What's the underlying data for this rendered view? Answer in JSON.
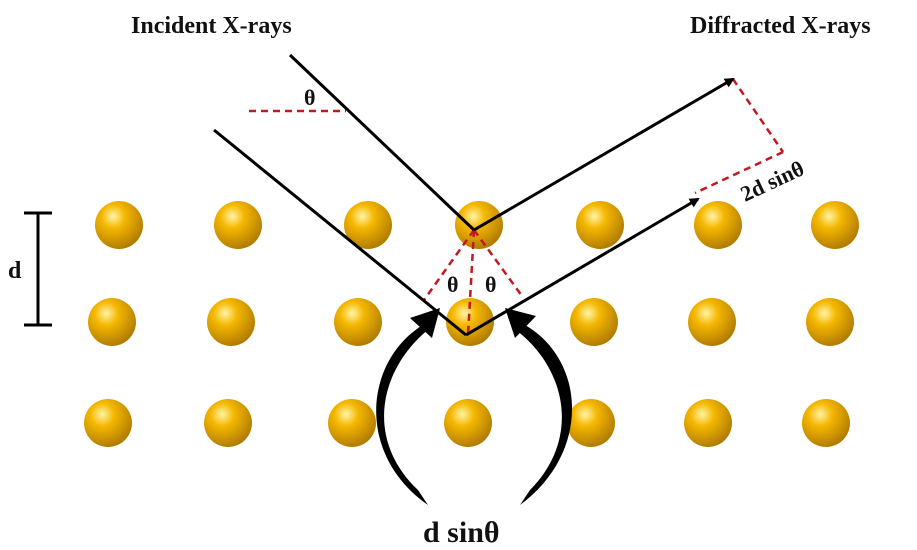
{
  "labels": {
    "incident": "Incident X-rays",
    "diffracted": "Diffracted X-rays",
    "theta_top": "θ",
    "theta_left": "θ",
    "theta_right": "θ",
    "d": "d",
    "path_2d": "2d sinθ",
    "path_d": "d sinθ"
  },
  "colors": {
    "atom": "#f5b800",
    "atom_highlight": "#fff4a8",
    "atom_shadow": "#b07a00",
    "ray": "#000000",
    "construction": "#c0191e"
  },
  "lattice": {
    "rows": 3,
    "cols": 7
  }
}
